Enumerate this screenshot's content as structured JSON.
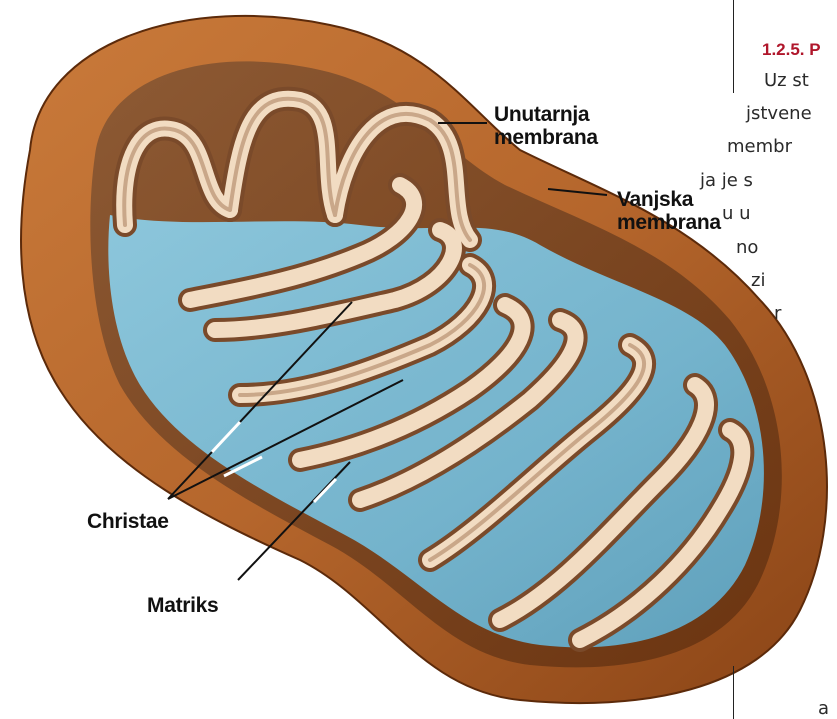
{
  "labels": {
    "inner_membrane": [
      "Unutarnja",
      "membrana"
    ],
    "outer_membrane": [
      "Vanjska",
      "membrana"
    ],
    "cristae": "Christae",
    "matrix": "Matriks"
  },
  "side_text": {
    "heading": "1.2.5. P",
    "lines": [
      "Uz st",
      "jstvene",
      "membr",
      "ja je s",
      "u u",
      "no",
      "zi",
      "r"
    ],
    "bottom": "a"
  },
  "colors": {
    "outer_shell": "#b5662c",
    "shell_dark": "#7a3a12",
    "matrix": "#7fbcd3",
    "cristae_fold": "#f2dcc2",
    "heading": "#b0162b"
  }
}
